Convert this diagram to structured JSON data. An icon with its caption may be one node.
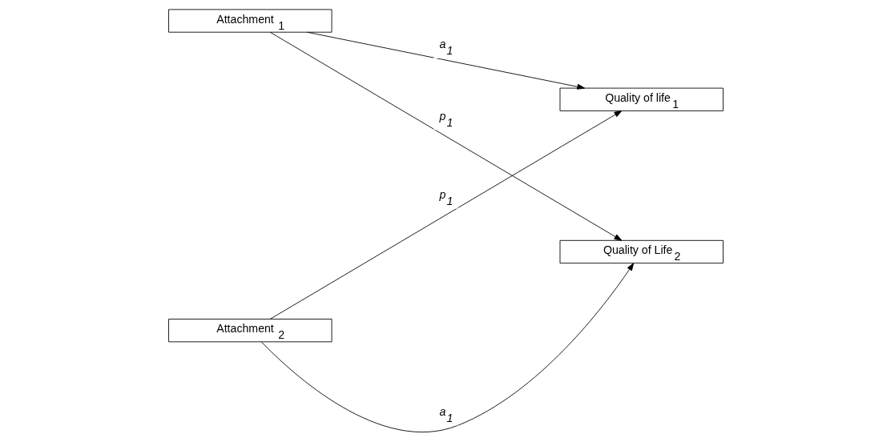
{
  "diagram": {
    "nodes": [
      {
        "text": [
          "Attachment $_{1}$"
        ]
      },
      {
        "text": [
          "Attachment $_{2}$"
        ]
      },
      {
        "text": [
          "Quality of life$_{1}$"
        ]
      },
      {
        "text": [
          "Quality of Life$_{2}$"
        ]
      }
    ],
    "edges": [
      {
        "from": 0,
        "to": 2,
        "arrow": "to",
        "label": "a$_{1}$"
      },
      {
        "from": 0,
        "to": 3,
        "arrow": "to",
        "label": "p$_{1}$"
      },
      {
        "from": 1,
        "to": 2,
        "arrow": "to",
        "label": "p$_{1}$"
      },
      {
        "from": 1,
        "to": 3,
        "arrow": "to",
        "label": "a$_{1}$"
      }
    ]
  }
}
